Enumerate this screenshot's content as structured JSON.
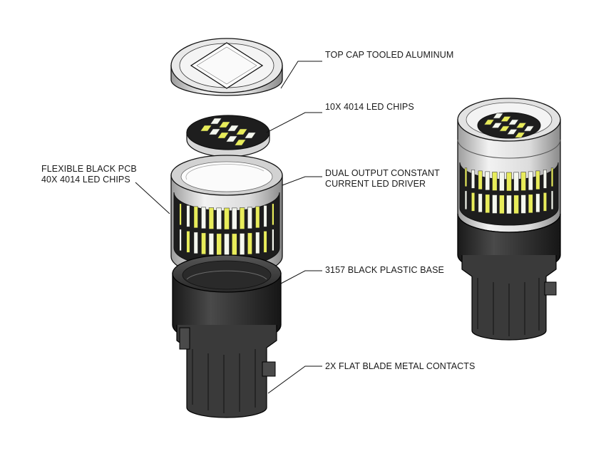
{
  "labels": {
    "top_cap": "TOP CAP TOOLED ALUMINUM",
    "led_chips": "10X 4014 LED CHIPS",
    "pcb_line1": "FLEXIBLE BLACK PCB",
    "pcb_line2": "40X 4014 LED CHIPS",
    "driver_line1": "DUAL OUTPUT CONSTANT",
    "driver_line2": "CURRENT LED DRIVER",
    "base": "3157 BLACK PLASTIC BASE",
    "contacts": "2X FLAT BLADE METAL CONTACTS"
  },
  "colors": {
    "aluminum": "#e6e6e6",
    "aluminum_dark": "#9a9a9a",
    "plastic_black": "#2b2b2b",
    "led_yellow": "#e8ec5a",
    "led_white": "#f4f7ee",
    "line": "#111111"
  }
}
